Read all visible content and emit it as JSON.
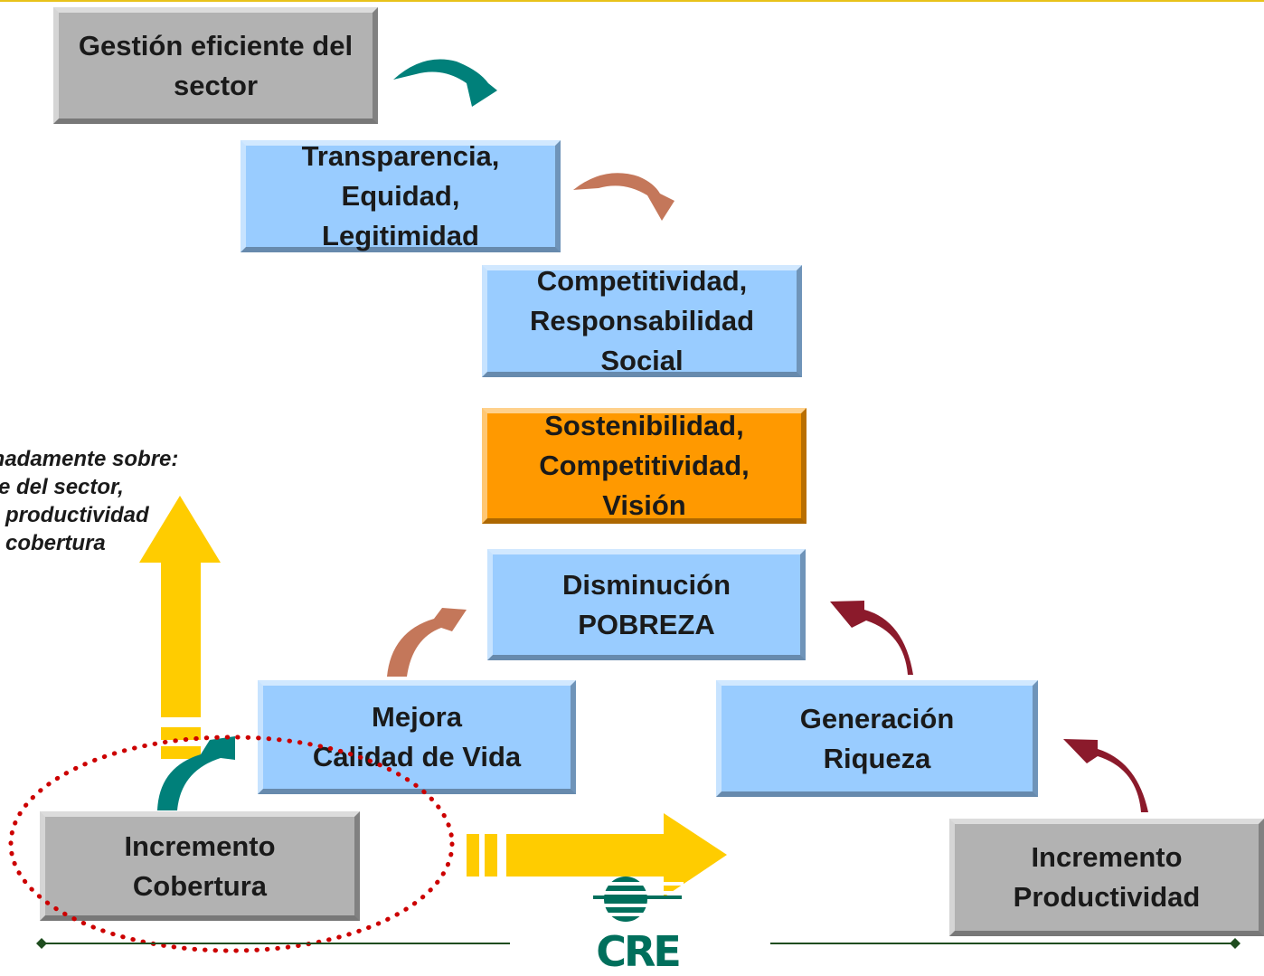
{
  "boxes": {
    "gestion": {
      "line1": "Gestión eficiente del",
      "line2": "sector"
    },
    "transparencia": {
      "line1": "Transparencia,",
      "line2": "Equidad,",
      "line3": "Legitimidad"
    },
    "competitividad": {
      "line1": "Competitividad,",
      "line2": "Responsabilidad",
      "line3": "Social"
    },
    "sostenibilidad": {
      "line1": "Sostenibilidad,",
      "line2": "Competitividad,",
      "line3": "Visión"
    },
    "disminucion": {
      "line1": "Disminución",
      "line2": "POBREZA"
    },
    "mejora": {
      "line1": "Mejora",
      "line2": "Calidad de Vida"
    },
    "generacion": {
      "line1": "Generación",
      "line2": "Riqueza"
    },
    "incremento_cobertura": {
      "line1": "Incremento",
      "line2": "Cobertura"
    },
    "incremento_productividad": {
      "line1": "Incremento",
      "line2": "Productividad"
    }
  },
  "side_note": {
    "line1": "rdinadamente sobre:",
    "line2": "e del sector,",
    "line3": "productividad",
    "line4": "cobertura"
  },
  "logo": {
    "text": "CRE"
  },
  "colors": {
    "gray_box": "#b2b2b2",
    "blue_box": "#99ccff",
    "orange_box": "#ff9900",
    "teal_arrow": "#00807a",
    "salmon_arrow": "#c4775a",
    "maroon_arrow": "#8b1a2b",
    "yellow_arrow": "#ffcc00",
    "dotted_ellipse": "#cc0000",
    "baseline": "#1f4d1f",
    "logo_green": "#006f5c"
  }
}
